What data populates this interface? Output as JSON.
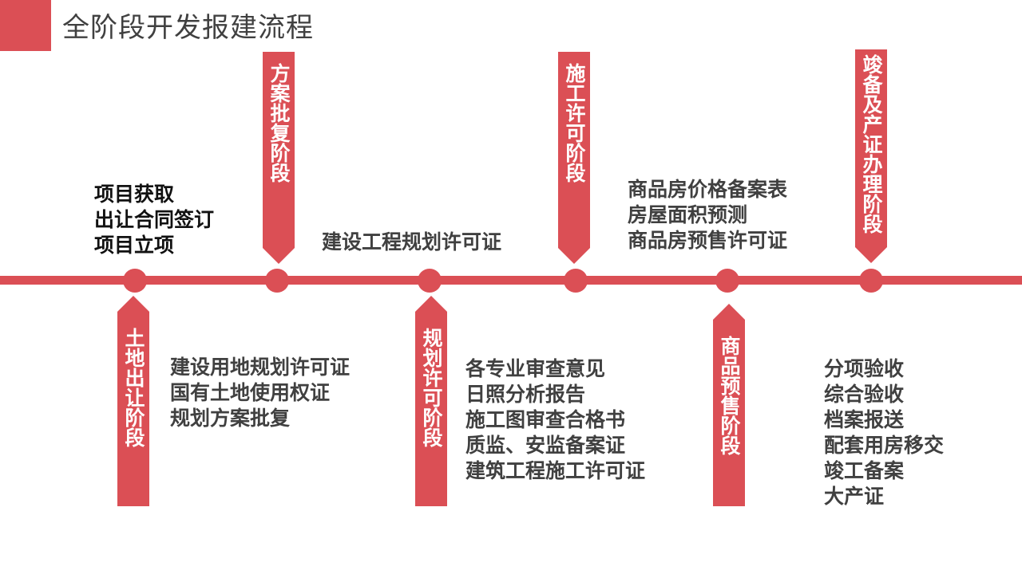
{
  "title": "全阶段开发报建流程",
  "colors": {
    "accent": "#db4f55",
    "text": "#404040"
  },
  "stages": [
    {
      "label": "土地出让阶段"
    },
    {
      "label": "方案批复阶段"
    },
    {
      "label": "规划许可阶段"
    },
    {
      "label": "施工许可阶段"
    },
    {
      "label": "商品预售阶段"
    },
    {
      "label": "竣备及产证办理阶段"
    }
  ],
  "details": {
    "project": [
      "项目获取",
      "出让合同签订",
      "项目立项"
    ],
    "land": [
      "建设用地规划许可证",
      "国有土地使用权证",
      "规划方案批复"
    ],
    "plan_permit": [
      "建设工程规划许可证"
    ],
    "construction": [
      "各专业审查意见",
      "日照分析报告",
      "施工图审查合格书",
      "质监、安监备案证",
      "建筑工程施工许可证"
    ],
    "presale": [
      "商品房价格备案表",
      "房屋面积预测",
      "商品房预售许可证"
    ],
    "completion": [
      "分项验收",
      "综合验收",
      "档案报送",
      "配套用房移交",
      "竣工备案",
      "大产证"
    ]
  }
}
